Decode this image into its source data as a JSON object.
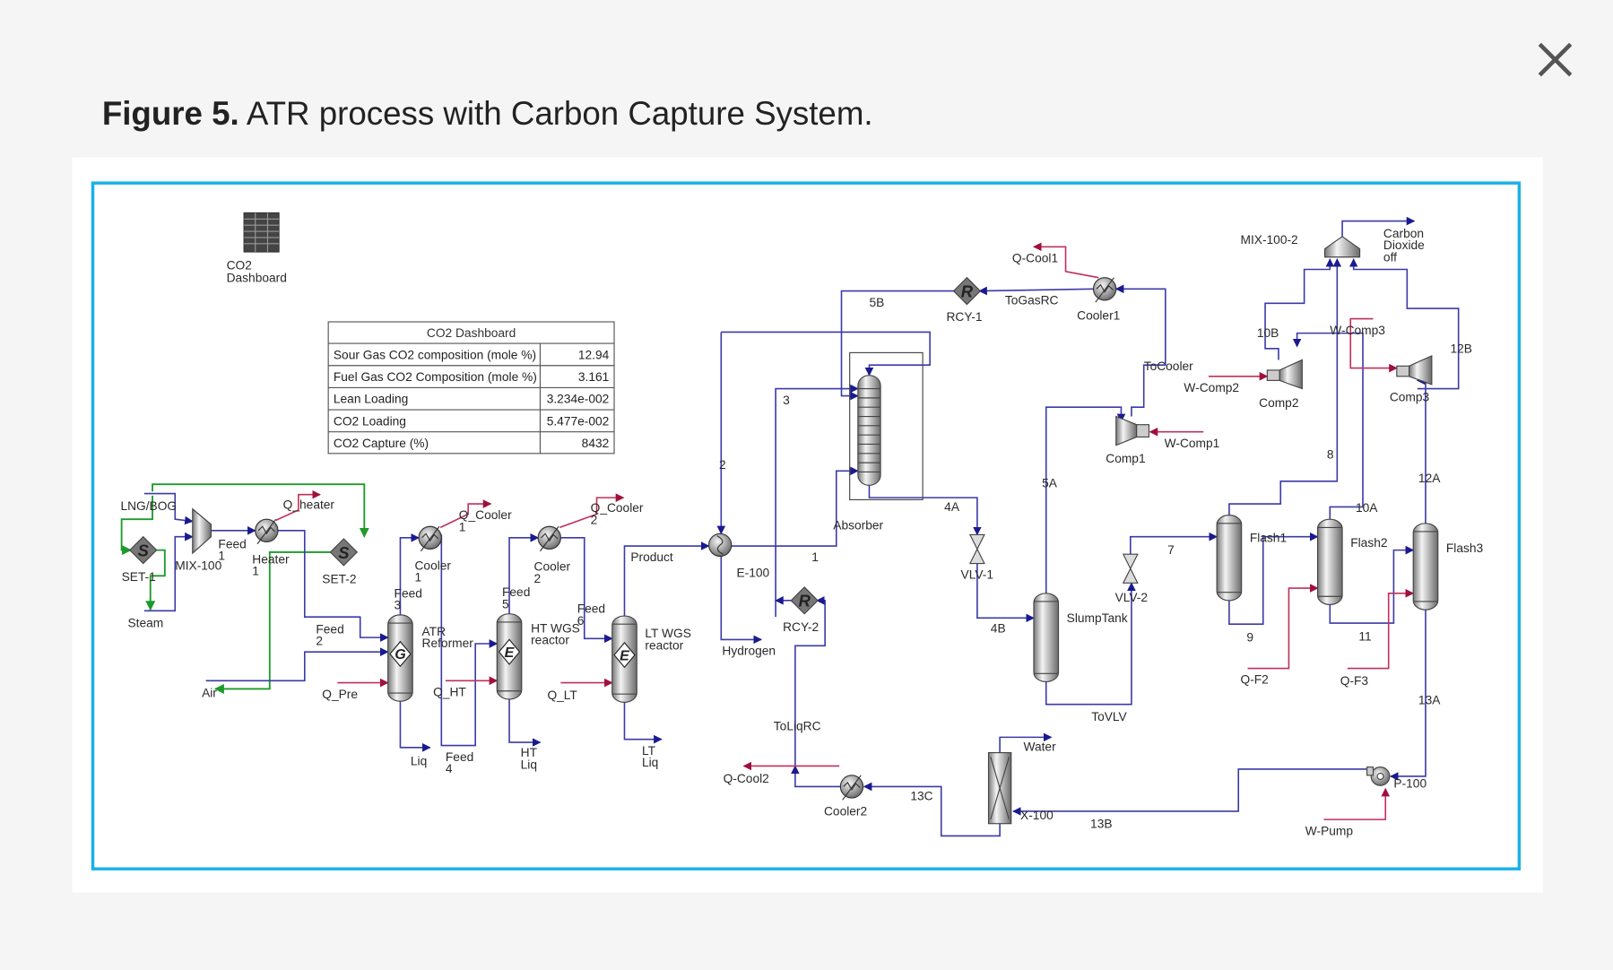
{
  "header": {
    "title_bold": "Figure 5.",
    "title_rest": " ATR process with Carbon Capture System.",
    "close_icon": "close-x-icon"
  },
  "colors": {
    "frame_border": "#1ab0e8",
    "material_stream": "#3a3aa8",
    "energy_stream": "#c0305a",
    "set_stream": "#1e9a2a"
  },
  "dashboard": {
    "icon": "spreadsheet-icon",
    "icon_label": [
      "CO2",
      "Dashboard"
    ],
    "table_title": "CO2 Dashboard",
    "rows": [
      {
        "label": "Sour Gas CO2 composition (mole %)",
        "value": "12.94"
      },
      {
        "label": "Fuel Gas CO2  Composition (mole %)",
        "value": "3.161"
      },
      {
        "label": "Lean Loading",
        "value": "3.234e-002"
      },
      {
        "label": "CO2 Loading",
        "value": "5.477e-002"
      },
      {
        "label": "CO2  Capture (%)",
        "value": "8432"
      }
    ]
  },
  "labels": {
    "lng_bog": [
      "LNG/BOG"
    ],
    "set1": [
      "SET-1"
    ],
    "steam": [
      "Steam"
    ],
    "mix100": [
      "MIX-100"
    ],
    "feed1": [
      "Feed",
      "1"
    ],
    "q_heater": [
      "Q_heater"
    ],
    "heater1": [
      "Heater",
      "1"
    ],
    "set2": [
      "SET-2"
    ],
    "cooler1a": [
      "Cooler",
      "1"
    ],
    "q_cooler1": [
      "Q_Cooler",
      "1"
    ],
    "cooler2a": [
      "Cooler",
      "2"
    ],
    "q_cooler2": [
      "Q_Cooler",
      "2"
    ],
    "feed3": [
      "Feed",
      "3"
    ],
    "feed5": [
      "Feed",
      "5"
    ],
    "feed6": [
      "Feed",
      "6"
    ],
    "feed2": [
      "Feed",
      "2"
    ],
    "atr": [
      "ATR",
      "Reformer"
    ],
    "htwgs": [
      "HT WGS",
      "reactor"
    ],
    "ltwgs": [
      "LT WGS",
      "reactor"
    ],
    "air": [
      "Air"
    ],
    "q_pre": [
      "Q_Pre"
    ],
    "q_ht": [
      "Q_HT"
    ],
    "q_lt": [
      "Q_LT"
    ],
    "liq": [
      "Liq"
    ],
    "feed4": [
      "Feed",
      "4"
    ],
    "ht_liq": [
      "HT",
      "Liq"
    ],
    "lt_liq": [
      "LT",
      "Liq"
    ],
    "product": [
      "Product"
    ],
    "e100": [
      "E-100"
    ],
    "s1": [
      "1"
    ],
    "s2": [
      "2"
    ],
    "s3": [
      "3"
    ],
    "hydrogen": [
      "Hydrogen"
    ],
    "rcy2": [
      "RCY-2"
    ],
    "s5b": [
      "5B"
    ],
    "rcy1": [
      "RCY-1"
    ],
    "togasrc": [
      "ToGasRC"
    ],
    "cooler1": [
      "Cooler1"
    ],
    "q_cool1": [
      "Q-Cool1"
    ],
    "absorber": [
      "Absorber"
    ],
    "s4a": [
      "4A"
    ],
    "vlv1": [
      "VLV-1"
    ],
    "s4b": [
      "4B"
    ],
    "slumptank": [
      "SlumpTank"
    ],
    "s5a": [
      "5A"
    ],
    "tocooler": [
      "ToCooler"
    ],
    "comp1": [
      "Comp1"
    ],
    "w_comp1": [
      "W-Comp1"
    ],
    "w_comp2": [
      "W-Comp2"
    ],
    "comp2": [
      "Comp2"
    ],
    "vlv2": [
      "VLV-2"
    ],
    "s7": [
      "7"
    ],
    "tovlv": [
      "ToVLV"
    ],
    "mix1002": [
      "MIX-100-2"
    ],
    "co2_off": [
      "Carbon",
      "Dioxide",
      "off"
    ],
    "s10b": [
      "10B"
    ],
    "w_comp3": [
      "W-Comp3"
    ],
    "s12b": [
      "12B"
    ],
    "comp3": [
      "Comp3"
    ],
    "s8": [
      "8"
    ],
    "s10a": [
      "10A"
    ],
    "s12a": [
      "12A"
    ],
    "flash1": [
      "Flash1"
    ],
    "flash2": [
      "Flash2"
    ],
    "flash3": [
      "Flash3"
    ],
    "s9": [
      "9"
    ],
    "s11": [
      "11"
    ],
    "q_f2": [
      "Q-F2"
    ],
    "q_f3": [
      "Q-F3"
    ],
    "s13a": [
      "13A"
    ],
    "p100": [
      "P-100"
    ],
    "w_pump": [
      "W-Pump"
    ],
    "s13b": [
      "13B"
    ],
    "x100": [
      "X-100"
    ],
    "water": [
      "Water"
    ],
    "s13c": [
      "13C"
    ],
    "cooler2": [
      "Cooler2"
    ],
    "q_cool2": [
      "Q-Cool2"
    ],
    "toliqrc": [
      "ToLiqRC"
    ]
  },
  "unit_glyphs": {
    "set": "S",
    "gibbs": "G",
    "equilibrium": "E",
    "recycle": "R"
  }
}
